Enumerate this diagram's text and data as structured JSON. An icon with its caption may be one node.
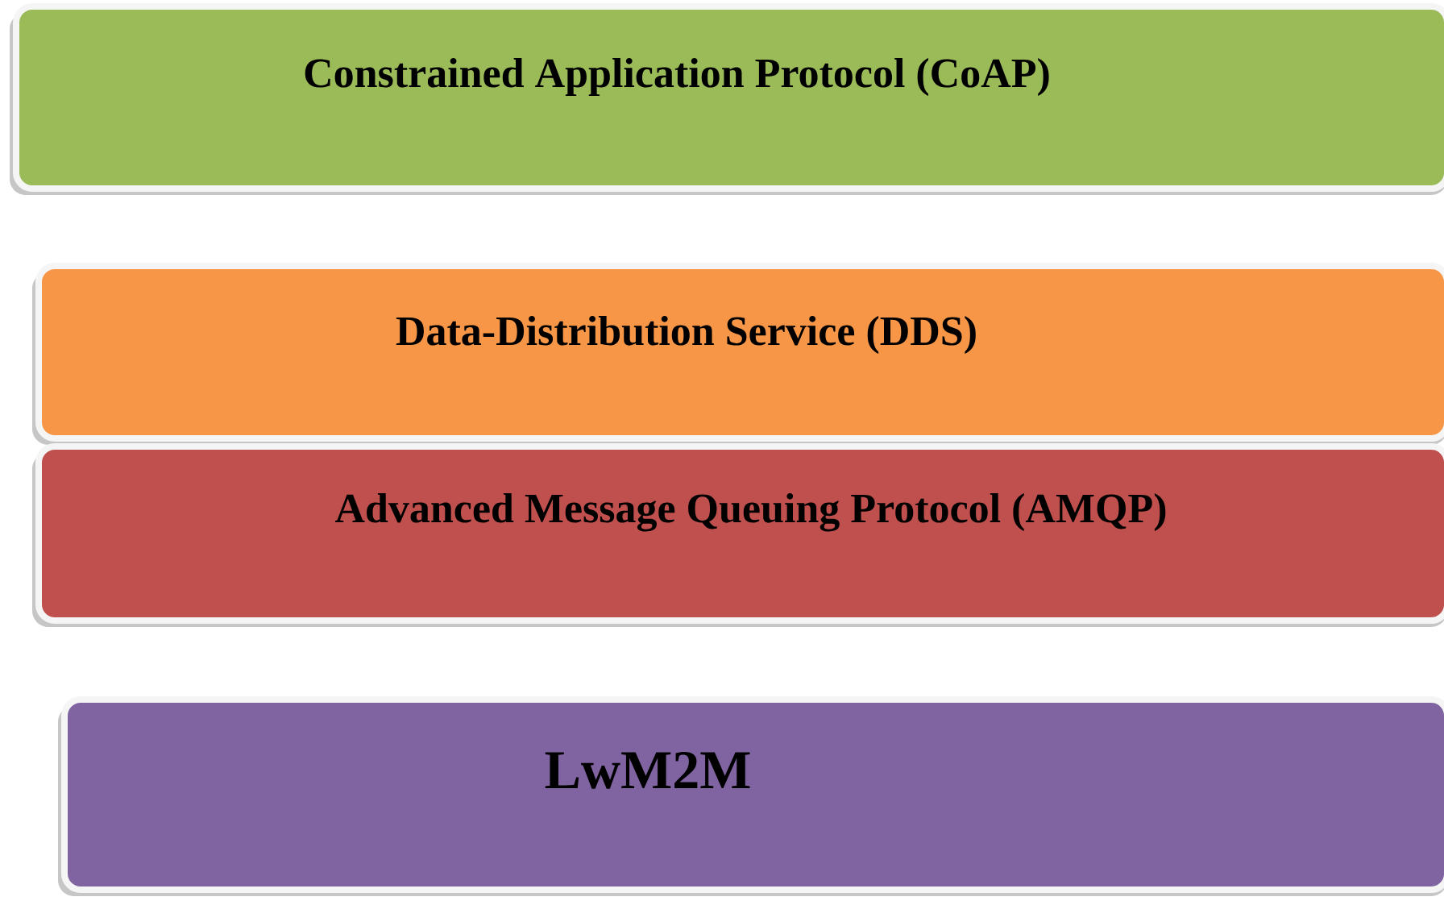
{
  "diagram": {
    "nodes": [
      {
        "text": [
          "Constrained Application Protocol (CoAP)"
        ]
      },
      {
        "text": [
          "Data-Distribution Service (DDS)"
        ]
      },
      {
        "text": [
          "Advanced Message Queuing Protocol (AMQP)"
        ]
      },
      {
        "text": [
          "LwM2M"
        ]
      }
    ]
  }
}
